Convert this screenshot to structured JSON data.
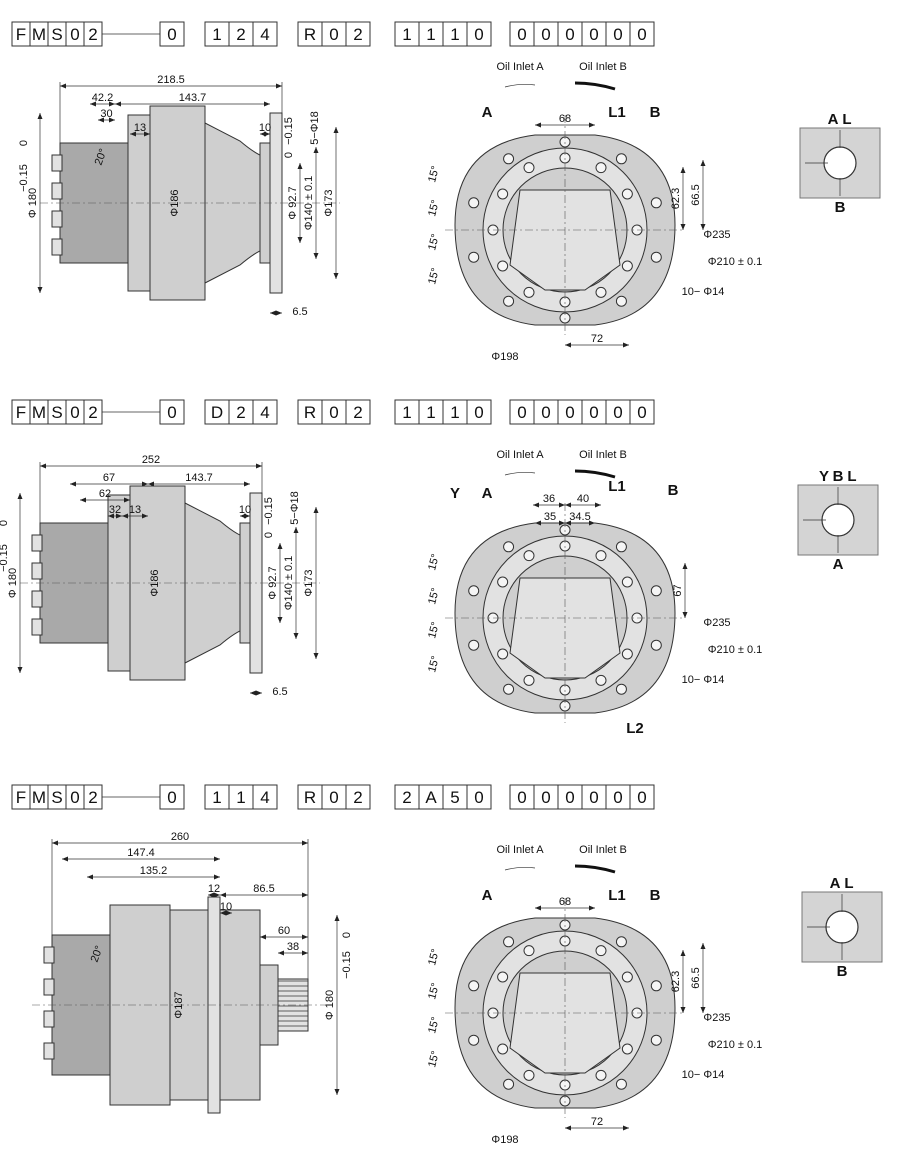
{
  "sections": [
    {
      "code": [
        "FMS02",
        "0",
        "124",
        "R02",
        "1110",
        "000000"
      ],
      "side": {
        "overall": "218.5",
        "d1": "42.2",
        "d2": "143.7",
        "d3": "30",
        "d4": "13",
        "d5": "10",
        "angle": "20°",
        "bolts": "5−Φ18",
        "dia_left": "Φ 180",
        "tol_left": "0\n−0.15",
        "dia_body": "Φ186",
        "dia_pilot": "Φ 92.7",
        "tol_pilot": "0\n−0.15",
        "dia_pcd": "Φ140 ± 0.1",
        "dia_flange": "Φ173",
        "thk": "6.5"
      },
      "front": {
        "inlet_a": "Oil Inlet A",
        "inlet_b": "Oil Inlet B",
        "labels": [
          "A",
          "L1",
          "B"
        ],
        "w68": "68",
        "h62": "62.3",
        "h66": "66.5",
        "d235": "Φ235",
        "d210": "Φ210 ± 0.1",
        "holes": "10− Φ14",
        "d198": "Φ198",
        "w72": "72",
        "angles": [
          "15°",
          "15°",
          "15°",
          "15°"
        ]
      },
      "port": {
        "top": [
          "A",
          "L"
        ],
        "bottom": "B"
      }
    },
    {
      "code": [
        "FMS02",
        "0",
        "D24",
        "R02",
        "1110",
        "000000"
      ],
      "side": {
        "overall": "252",
        "d1": "67",
        "d2": "143.7",
        "d3": "62",
        "d4": "32",
        "d5": "13",
        "d6": "10",
        "bolts": "5−Φ18",
        "dia_left": "Φ 180",
        "tol_left": "0\n−0.15",
        "dia_body": "Φ186",
        "dia_pilot": "Φ 92.7",
        "tol_pilot": "0\n−0.15",
        "dia_pcd": "Φ140 ± 0.1",
        "dia_flange": "Φ173",
        "thk": "6.5"
      },
      "front": {
        "inlet_a": "Oil Inlet A",
        "inlet_b": "Oil Inlet B",
        "labels": [
          "Y",
          "A",
          "L1",
          "B",
          "L2"
        ],
        "w36": "36",
        "w40": "40",
        "w35": "35",
        "w345": "34.5",
        "h67": "67",
        "d235": "Φ235",
        "d210": "Φ210 ± 0.1",
        "holes": "10− Φ14",
        "angles": [
          "15°",
          "15°",
          "15°",
          "15°"
        ]
      },
      "port": {
        "top": [
          "Y",
          "B",
          "L"
        ],
        "bottom": "A"
      }
    },
    {
      "code": [
        "FMS02",
        "0",
        "114",
        "R02",
        "2A50",
        "000000"
      ],
      "side": {
        "overall": "260",
        "d1": "147.4",
        "d2": "135.2",
        "d3": "12",
        "d4": "86.5",
        "d5": "10",
        "d6": "60",
        "d7": "38",
        "angle": "20°",
        "dia_body": "Φ187",
        "dia_right": "Φ 180",
        "tol_right": "0\n−0.15"
      },
      "front": {
        "inlet_a": "Oil Inlet A",
        "inlet_b": "Oil Inlet B",
        "labels": [
          "A",
          "L1",
          "B"
        ],
        "w68": "68",
        "h62": "62.3",
        "h66": "66.5",
        "d235": "Φ235",
        "d210": "Φ210 ± 0.1",
        "holes": "10− Φ14",
        "d198": "Φ198",
        "w72": "72",
        "angles": [
          "15°",
          "15°",
          "15°",
          "15°"
        ]
      },
      "port": {
        "top": [
          "A",
          "L"
        ],
        "bottom": "B"
      }
    }
  ]
}
